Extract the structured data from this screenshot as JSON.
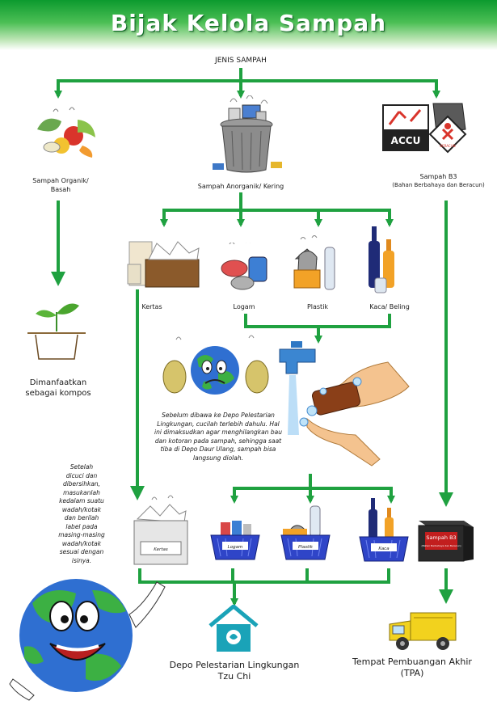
{
  "title": "Bijak Kelola Sampah",
  "root": "JENIS SAMPAH",
  "categories": {
    "organik": "Sampah Organik/\nBasah",
    "anorganik": "Sampah Anorganik/ Kering",
    "b3_title": "Sampah B3",
    "b3_sub": "(Bahan Berbahaya dan Beracun)"
  },
  "organik_result": "Dimanfaatkan\nsebagai kompos",
  "sub_types": [
    "Kertas",
    "Logam",
    "Plastik",
    "Kaca/ Beling"
  ],
  "accu_label": "ACCU",
  "b3_sign_label": "BERACUN",
  "wash_note": "Sebelum dibawa ke Depo Pelestarian Lingkungan, cucilah terlebih dahulu. Hal ini dimaksudkan agar menghilangkan bau dan kotoran pada sampah, sehingga saat tiba di Depo Daur Ulang, sampah bisa langsung diolah.",
  "sort_note": "Setelah\ndicuci dan\ndibersihkan,\nmasukanlah\nkedalam suatu\nwadah/kotak\ndan berilah\nlabel pada\nmasing-masing\nwadah/kotak\nsesuai dengan\nisinya.",
  "bins": [
    "Kertas",
    "Logam",
    "Plastik",
    "Kaca",
    "Sampah B3"
  ],
  "b3_box_sub": "(Bahan Berbahaya dan Beracun)",
  "destinations": {
    "depo": "Depo Pelestarian Lingkungan\nTzu Chi",
    "tpa": "Tempat Pembuangan Akhir\n(TPA)"
  },
  "colors": {
    "flow": "#1fa140",
    "header": "#0c9a2e",
    "earth_blue": "#2f6fd1",
    "earth_green": "#3cb043"
  }
}
